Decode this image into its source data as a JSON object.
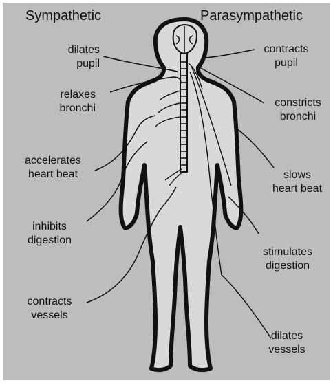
{
  "headings": {
    "left": "Sympathetic",
    "right": "Parasympathetic"
  },
  "sympathetic": [
    {
      "line1": "dilates",
      "line2": "pupil"
    },
    {
      "line1": "relaxes",
      "line2": "bronchi"
    },
    {
      "line1": "accelerates",
      "line2": "heart beat"
    },
    {
      "line1": "inhibits",
      "line2": "digestion"
    },
    {
      "line1": "contracts",
      "line2": "vessels"
    }
  ],
  "parasympathetic": [
    {
      "line1": "contracts",
      "line2": "pupil"
    },
    {
      "line1": "constricts",
      "line2": "bronchi"
    },
    {
      "line1": "slows",
      "line2": "heart beat"
    },
    {
      "line1": "stimulates",
      "line2": "digestion"
    },
    {
      "line1": "dilates",
      "line2": "vessels"
    }
  ],
  "colors": {
    "background": "#bdbdbd",
    "body_fill": "#d9d9d9",
    "outline": "#111111"
  }
}
